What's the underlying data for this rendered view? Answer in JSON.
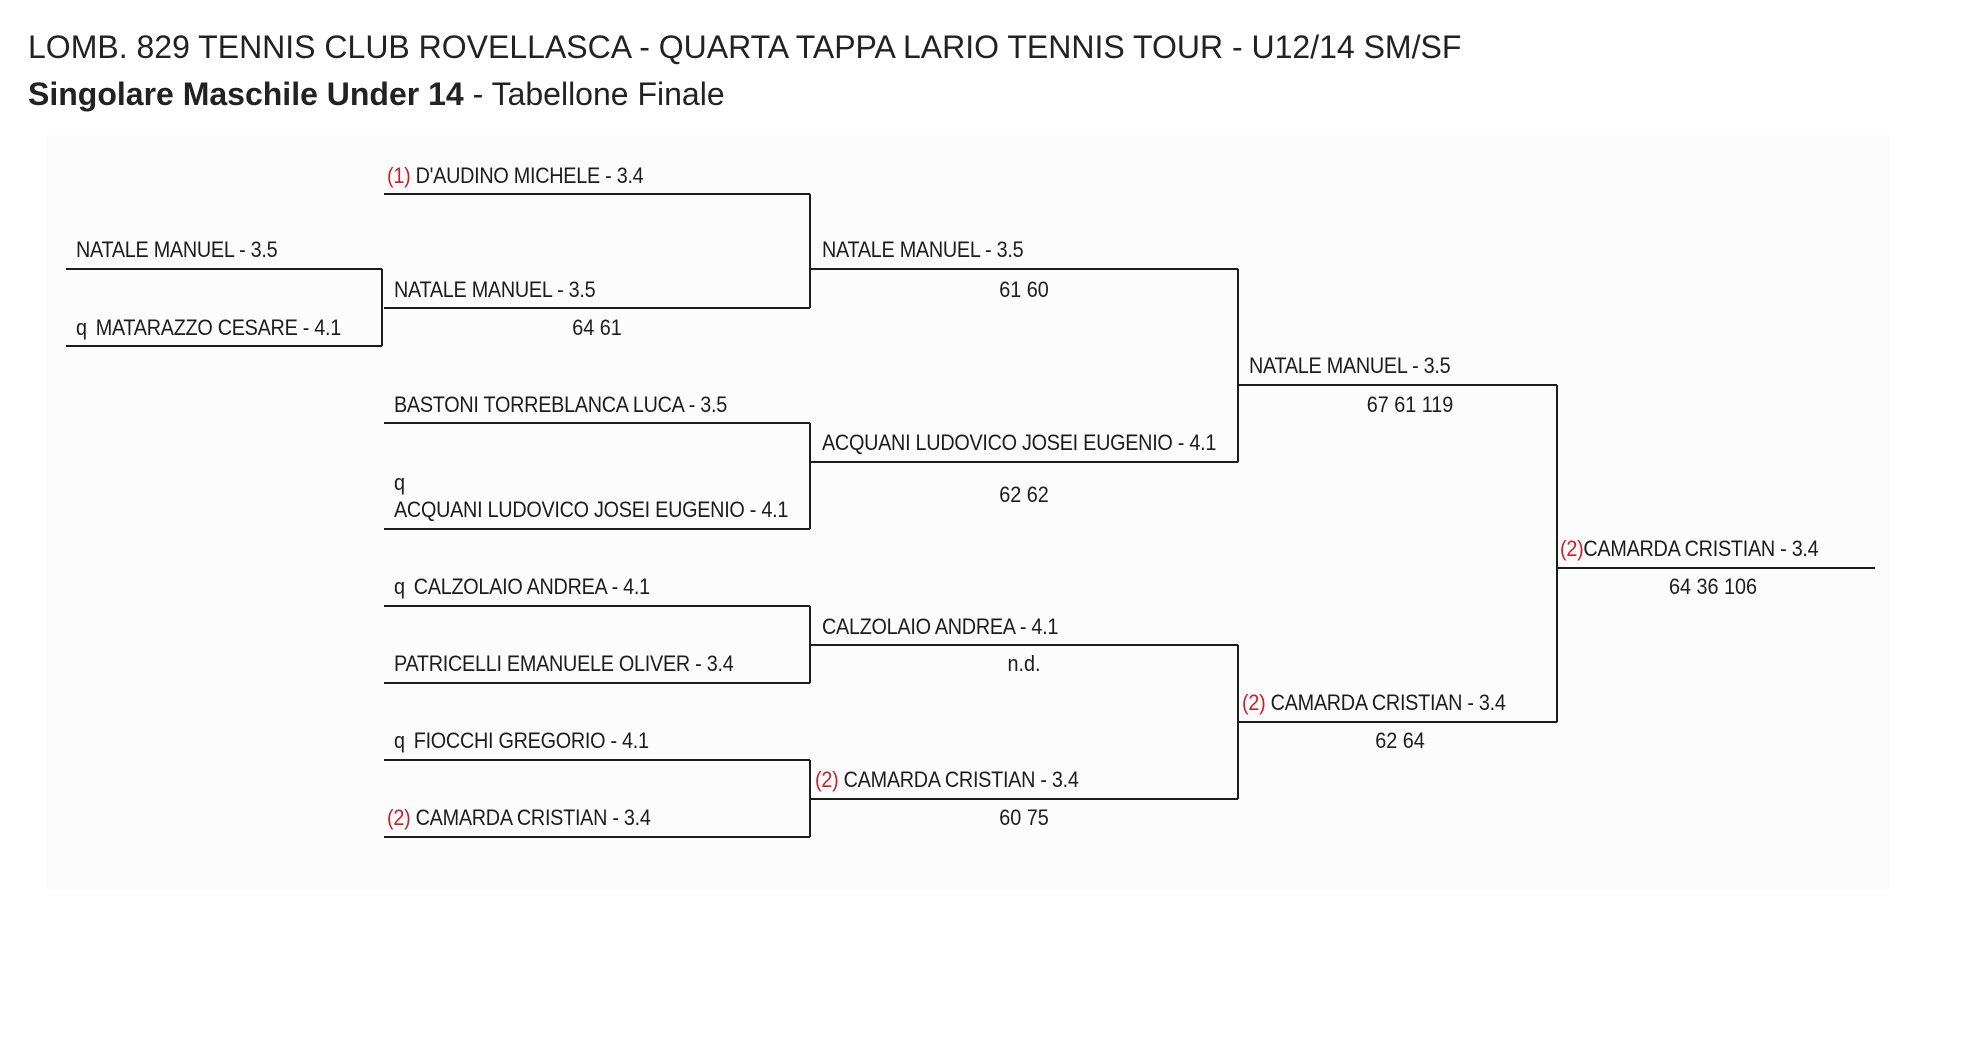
{
  "header": {
    "title": "LOMB. 829 TENNIS CLUB ROVELLASCA - QUARTA TAPPA LARIO TENNIS TOUR - U12/14 SM/SF",
    "subtitle_bold": "Singolare Maschile Under 14",
    "subtitle_rest": " - Tabellone Finale"
  },
  "colors": {
    "seed": "#c8202e",
    "line": "#1c1c1c",
    "text": "#1c1c1c"
  },
  "bracket": {
    "qualifier": {
      "p1": {
        "q": "",
        "seed": "",
        "name": "NATALE MANUEL - 3.5"
      },
      "p2": {
        "q": "q",
        "seed": "",
        "name": "MATARAZZO CESARE - 4.1"
      }
    },
    "round1": [
      {
        "q": "",
        "seed": "(1)",
        "name": "D'AUDINO MICHELE - 3.4"
      },
      {
        "q": "",
        "seed": "",
        "name": "NATALE MANUEL - 3.5",
        "score": "64 61"
      },
      {
        "q": "",
        "seed": "",
        "name": "BASTONI TORREBLANCA LUCA - 3.5"
      },
      {
        "q": "q",
        "seed": "",
        "name": "ACQUANI LUDOVICO JOSEI EUGENIO - 4.1"
      },
      {
        "q": "q",
        "seed": "",
        "name": "CALZOLAIO ANDREA - 4.1"
      },
      {
        "q": "",
        "seed": "",
        "name": "PATRICELLI EMANUELE OLIVER - 3.4"
      },
      {
        "q": "q",
        "seed": "",
        "name": "FIOCCHI GREGORIO - 4.1"
      },
      {
        "q": "",
        "seed": "(2)",
        "name": "CAMARDA CRISTIAN - 3.4"
      }
    ],
    "quarterfinals": [
      {
        "seed": "",
        "name": "NATALE MANUEL - 3.5",
        "score": "61 60"
      },
      {
        "seed": "",
        "name": "ACQUANI LUDOVICO JOSEI EUGENIO - 4.1",
        "score": "62 62"
      },
      {
        "seed": "",
        "name": "CALZOLAIO ANDREA - 4.1",
        "score": "n.d."
      },
      {
        "seed": "(2)",
        "name": "CAMARDA CRISTIAN - 3.4",
        "score": "60 75"
      }
    ],
    "semifinals": [
      {
        "seed": "",
        "name": "NATALE MANUEL - 3.5",
        "score": "67 61 119"
      },
      {
        "seed": "(2)",
        "name": "CAMARDA CRISTIAN - 3.4",
        "score": "62 64"
      }
    ],
    "winner": {
      "seed": "(2)",
      "name": "CAMARDA CRISTIAN - 3.4",
      "score": "64 36 106"
    }
  }
}
